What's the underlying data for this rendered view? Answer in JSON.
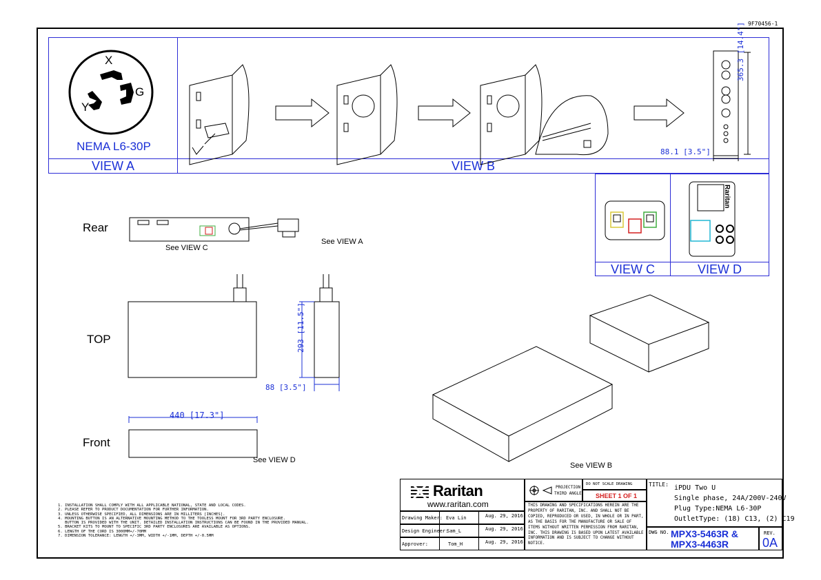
{
  "doc_code": "9F70456-1",
  "views": {
    "a": {
      "plug": "NEMA L6-30P",
      "label": "VIEW A",
      "pins": {
        "x": "X",
        "y": "Y",
        "g": "G"
      }
    },
    "b": {
      "label": "VIEW B",
      "width_dim": "88.1 [3.5\"]",
      "height_dim": "365.3 [14.4\"]"
    },
    "c": {
      "label": "VIEW C",
      "callout": "See VIEW C"
    },
    "d": {
      "label": "VIEW D",
      "callout": "See VIEW D",
      "logo": "Raritan"
    }
  },
  "rear": {
    "label": "Rear",
    "callout_a": "See VIEW A"
  },
  "top": {
    "label": "TOP",
    "depth_dim": "293 [11.5\"]",
    "height_dim": "88 [3.5\"]"
  },
  "front": {
    "label": "Front",
    "width_dim": "440 [17.3\"]"
  },
  "iso": {
    "callout_b": "See VIEW B"
  },
  "notes": [
    "1. INSTALLATION SHALL COMPLY WITH ALL APPLICABLE NATIONAL, STATE AND LOCAL CODES.",
    "2. PLEASE REFER TO PRODUCT DOCUMENTATION FOR FURTHER INFORMATION.",
    "3. UNLESS OTHERWISE SPECIFIED, ALL DIMENSIONS ARE IN MILLITERS [INCHES].",
    "4. MOUNTING BUTTON IS AN ALTERNATIVE MOUNTING METHOD TO THE TOOLESS MOUNT FOR 3RD PARTY ENCLOSURE.",
    "   BUTTON IS PROVIDED WITH THE UNIT. DETAILED INSTALLATION INSTRUCTIONS CAN BE FOUND IN THE PROVIDED MANUAL.",
    "5. BRACKET KITS TO MOUNT TO SPECIFIC 3RD PARTY ENCLOSURES ARE AVAILABLE AS OPTIONS.",
    "6. LENGTH OF THE CORD IS 3000MM+/-70MM",
    "7. DIMENSION TOLERANCE: LENGTH +/-3MM, WIDTH +/-1MM, DEPTH +/-0.5MM"
  ],
  "title_block": {
    "brand": "Raritan",
    "url": "www.raritan.com",
    "people": [
      {
        "role": "Drawing Maker:",
        "name": "Eva Lin",
        "date": "Aug. 29, 2016"
      },
      {
        "role": "Design Engineer:",
        "name": "Sam_L",
        "date": "Aug. 29, 2016"
      },
      {
        "role": "Approver:",
        "name": "Tom_H",
        "date": "Aug. 29, 2016"
      }
    ],
    "projection": "PROJECTION",
    "third_angle": "THIRD ANGLE",
    "do_not_scale": "DO NOT SCALE DRAWING",
    "sheet": "SHEET 1 OF 1",
    "disclaimer": "THIS DRAWING AND SPECIFICATIONS HEREIN ARE THE PROPERTY OF RARITAN, INC. AND SHALL NOT BE COPIED, REPRODUCED OR USED, IN WHOLE OR IN PART, AS THE BASIS FOR THE MANUFACTURE OR SALE OF ITEMS WITHOUT WRITTEN PERMISSION FROM RARITAN, INC. THIS DRAWING IS BASED UPON LATEST AVAILABLE INFORMATION AND IS SUBJECT TO CHANGE WITHOUT NOTICE.",
    "title_label": "TITLE:",
    "title_lines": [
      "iPDU Two U",
      "Single phase, 24A/200V-240V",
      "Plug Type:NEMA L6-30P",
      "OutletType: (18) C13, (2) C19"
    ],
    "dwg_label": "DWG NO.",
    "dwg_no_1": "MPX3-5463R &",
    "dwg_no_2": "MPX3-4463R",
    "rev_label": "REV.",
    "rev": "0A"
  }
}
